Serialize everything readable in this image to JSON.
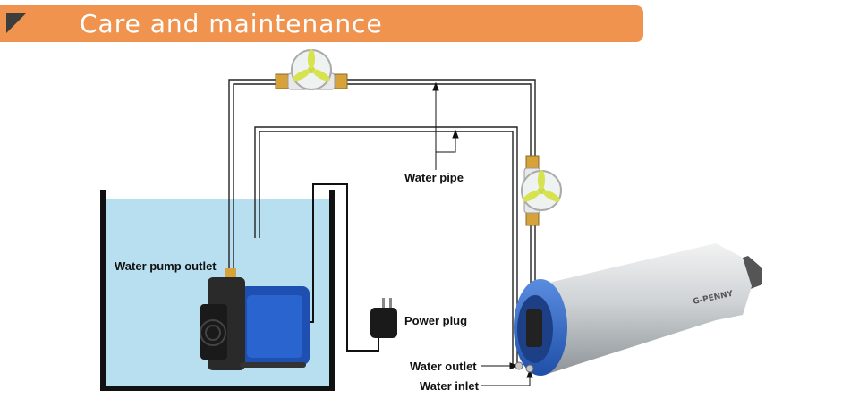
{
  "header": {
    "title": "Care and maintenance"
  },
  "labels": {
    "water_pipe": "Water pipe",
    "water_pump_outlet": "Water pump outlet",
    "power_plug": "Power plug",
    "water_outlet": "Water outlet",
    "water_inlet": "Water inlet"
  },
  "spindle": {
    "brand_text": "G-PENNY"
  },
  "colors": {
    "header": "#f0934f",
    "water": "#b8dff0",
    "pump_blue": "#1f4fb0",
    "spindle_cap": "#3a6fc8"
  }
}
